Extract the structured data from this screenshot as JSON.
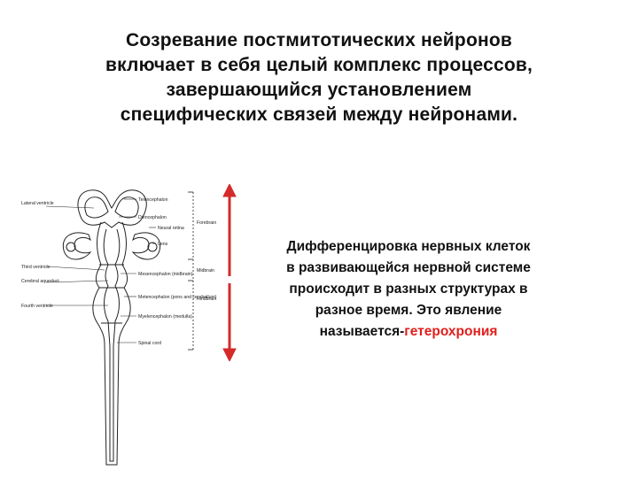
{
  "title_lines": [
    "Созревание постмитотических нейронов",
    "включает в себя целый комплекс процессов,",
    "завершающийся установлением",
    "специфических связей между нейронами."
  ],
  "diagram": {
    "left_labels": [
      "Lateral ventricle",
      "Third ventricle",
      "Cerebral aqueduct",
      "Fourth ventricle"
    ],
    "right_labels": [
      "Telencephalon",
      "Diencephalon",
      "Neural retina",
      "Lens",
      "Mesencephalon (midbrain)",
      "Metencephalon (pons and cerebellum)",
      "Myelencephalon (medulla)",
      "Spinal cord"
    ],
    "region_labels": [
      "Forebrain",
      "Midbrain",
      "Hindbrain"
    ]
  },
  "arrow_colors": {
    "arrow": "#d42a2a"
  },
  "body": {
    "lines": [
      "Дифференцировка нервных клеток",
      "в развивающейся нервной системе",
      "происходит в разных структурах в",
      "разное время. Это явление"
    ],
    "last_line_prefix": "называется-",
    "highlight": "гетерохрония",
    "highlight_color": "#e0201c"
  }
}
